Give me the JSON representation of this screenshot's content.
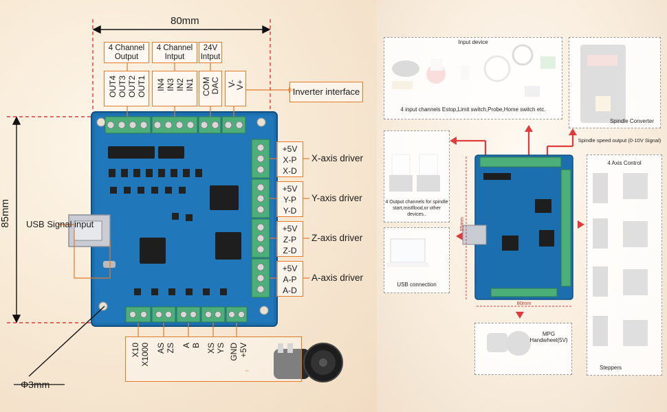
{
  "left": {
    "dim_width": "80mm",
    "dim_height": "85mm",
    "hole": "Φ3mm",
    "usb_label": "USB Signal input",
    "inverter_label": "Inverter interface",
    "groups": [
      {
        "title": "4 Channel Output",
        "pins": [
          "OUT4",
          "OUT3",
          "OUT2",
          "OUT1"
        ]
      },
      {
        "title": "4 Channel Intput",
        "pins": [
          "IN4",
          "IN3",
          "IN2",
          "IN1"
        ]
      },
      {
        "title": "24V Intput",
        "pins": [
          "COM",
          "DAC"
        ]
      },
      {
        "title": "",
        "pins": [
          "V-",
          "V+"
        ]
      }
    ],
    "axes": [
      {
        "pins": [
          "+5V",
          "X-P",
          "X-D"
        ],
        "label": "X-axis driver"
      },
      {
        "pins": [
          "+5V",
          "Y-P",
          "Y-D"
        ],
        "label": "Y-axis driver"
      },
      {
        "pins": [
          "+5V",
          "Z-P",
          "Z-D"
        ],
        "label": "Z-axis driver"
      },
      {
        "pins": [
          "+5V",
          "A-P",
          "A-D"
        ],
        "label": "A-axis driver"
      }
    ],
    "bottom_groups": [
      [
        "X10",
        "X1000"
      ],
      [
        "AS",
        "ZS"
      ],
      [
        "A",
        "B"
      ],
      [
        "XS",
        "YS"
      ],
      [
        "GND",
        "+5V"
      ]
    ]
  },
  "right": {
    "input_title": "Input device",
    "input_caption": "4 input channels Estop,Limit switch,Probe,Home switch etc.",
    "spindle_title": "Spindle Converter",
    "spindle_output": "Spindle speed output (0-10V Signal)",
    "output_caption": "4 Output channels for spindle start,mistflood,or other devices..",
    "usb_caption": "USB connection",
    "axis_title": "4 Axis Control",
    "steppers": "Steppers",
    "mpg": "MPG Handwheel(5V)",
    "dim_w": "80mm",
    "dim_h": "85mm"
  },
  "colors": {
    "accent": "#e37a2a",
    "board": "#1c6fae",
    "terminal": "#4caf7a",
    "dim_red": "#e03a3a"
  }
}
